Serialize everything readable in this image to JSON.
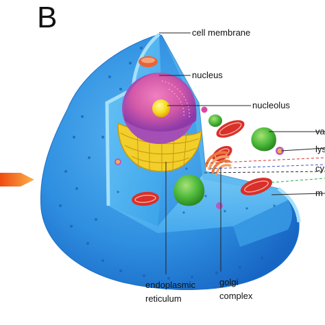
{
  "panel_letter": "B",
  "labels": {
    "cell_membrane": "cell membrane",
    "nucleus": "nucleus",
    "nucleolus": "nucleolus",
    "vacuole": "va",
    "lysosome": "lys",
    "cytoplasm": "cy",
    "mitochondria": "m",
    "endoplasmic_reticulum_line1": "endoplasmic",
    "endoplasmic_reticulum_line2": "reticulum",
    "golgi_line1": "golgi",
    "golgi_line2": "complex"
  },
  "colors": {
    "cytoplasm_blue": "#2f8fe0",
    "membrane_light": "#8cd2f6",
    "nucleus_purple": "#a34fb6",
    "nucleolus_yellow": "#f7dd22",
    "er_yellow": "#f2cf2a",
    "mito_red": "#d9302a",
    "vacuole_green": "#4cb83a",
    "golgi_orange": "#f0a060",
    "arrow_orange": "#f07a18"
  }
}
